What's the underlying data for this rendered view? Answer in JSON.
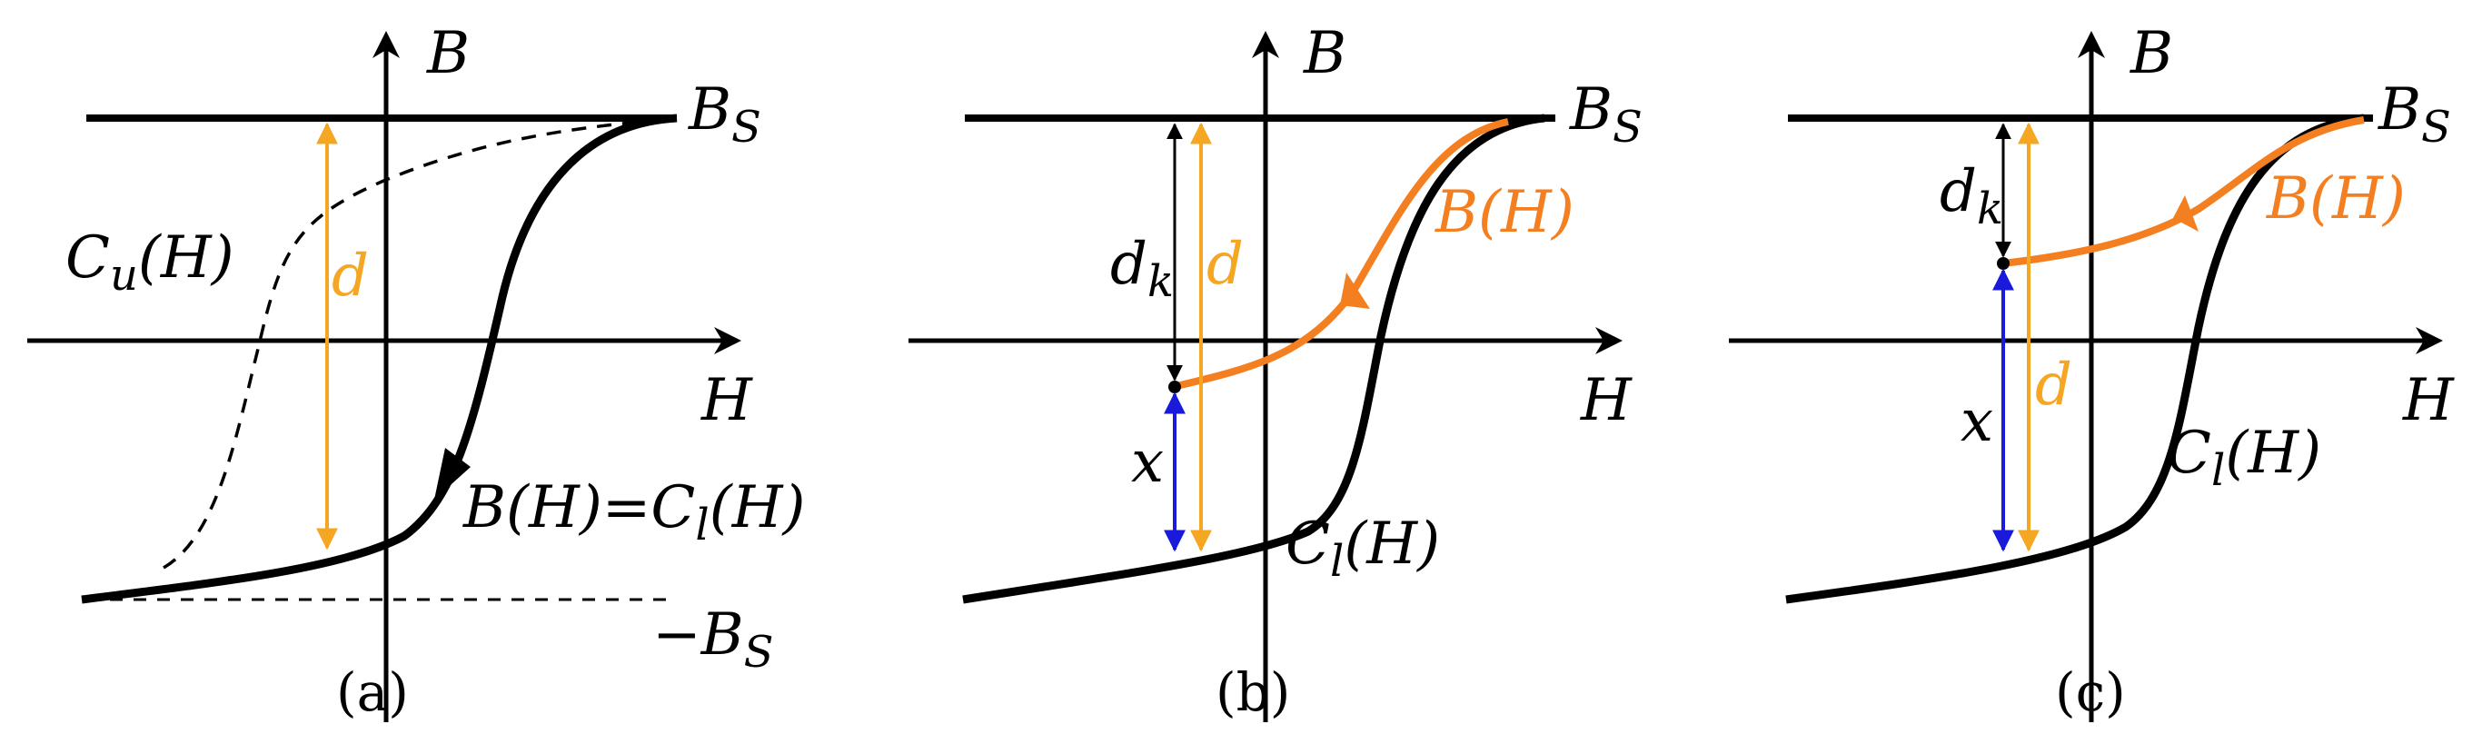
{
  "panels": [
    {
      "caption": "(a)",
      "axis_y_label": "B",
      "axis_x_label": "H",
      "saturation_label": "B",
      "saturation_sub": "S",
      "neg_saturation_label": "−B",
      "neg_saturation_sub": "S",
      "upper_curve_label": "C",
      "upper_curve_sub": "u",
      "upper_curve_arg": "(H)",
      "distance_label": "d",
      "trajectory_label": "B(H)=C",
      "trajectory_sub": "l",
      "trajectory_arg": "(H)"
    },
    {
      "caption": "(b)",
      "axis_y_label": "B",
      "axis_x_label": "H",
      "saturation_label": "B",
      "saturation_sub": "S",
      "dk_label": "d",
      "dk_sub": "k",
      "distance_label": "d",
      "x_label": "x",
      "trajectory_label": "B(H)",
      "lower_curve_label": "C",
      "lower_curve_sub": "l",
      "lower_curve_arg": "(H)"
    },
    {
      "caption": "(c)",
      "axis_y_label": "B",
      "axis_x_label": "H",
      "saturation_label": "B",
      "saturation_sub": "S",
      "dk_label": "d",
      "dk_sub": "k",
      "distance_label": "d",
      "x_label": "x",
      "trajectory_label": "B(H)",
      "lower_curve_label": "C",
      "lower_curve_sub": "l",
      "lower_curve_arg": "(H)"
    }
  ],
  "colors": {
    "ink": "#000000",
    "trajectory": "#f47f20",
    "distance_d": "#f5a623",
    "distance_x": "#1a1adc"
  }
}
